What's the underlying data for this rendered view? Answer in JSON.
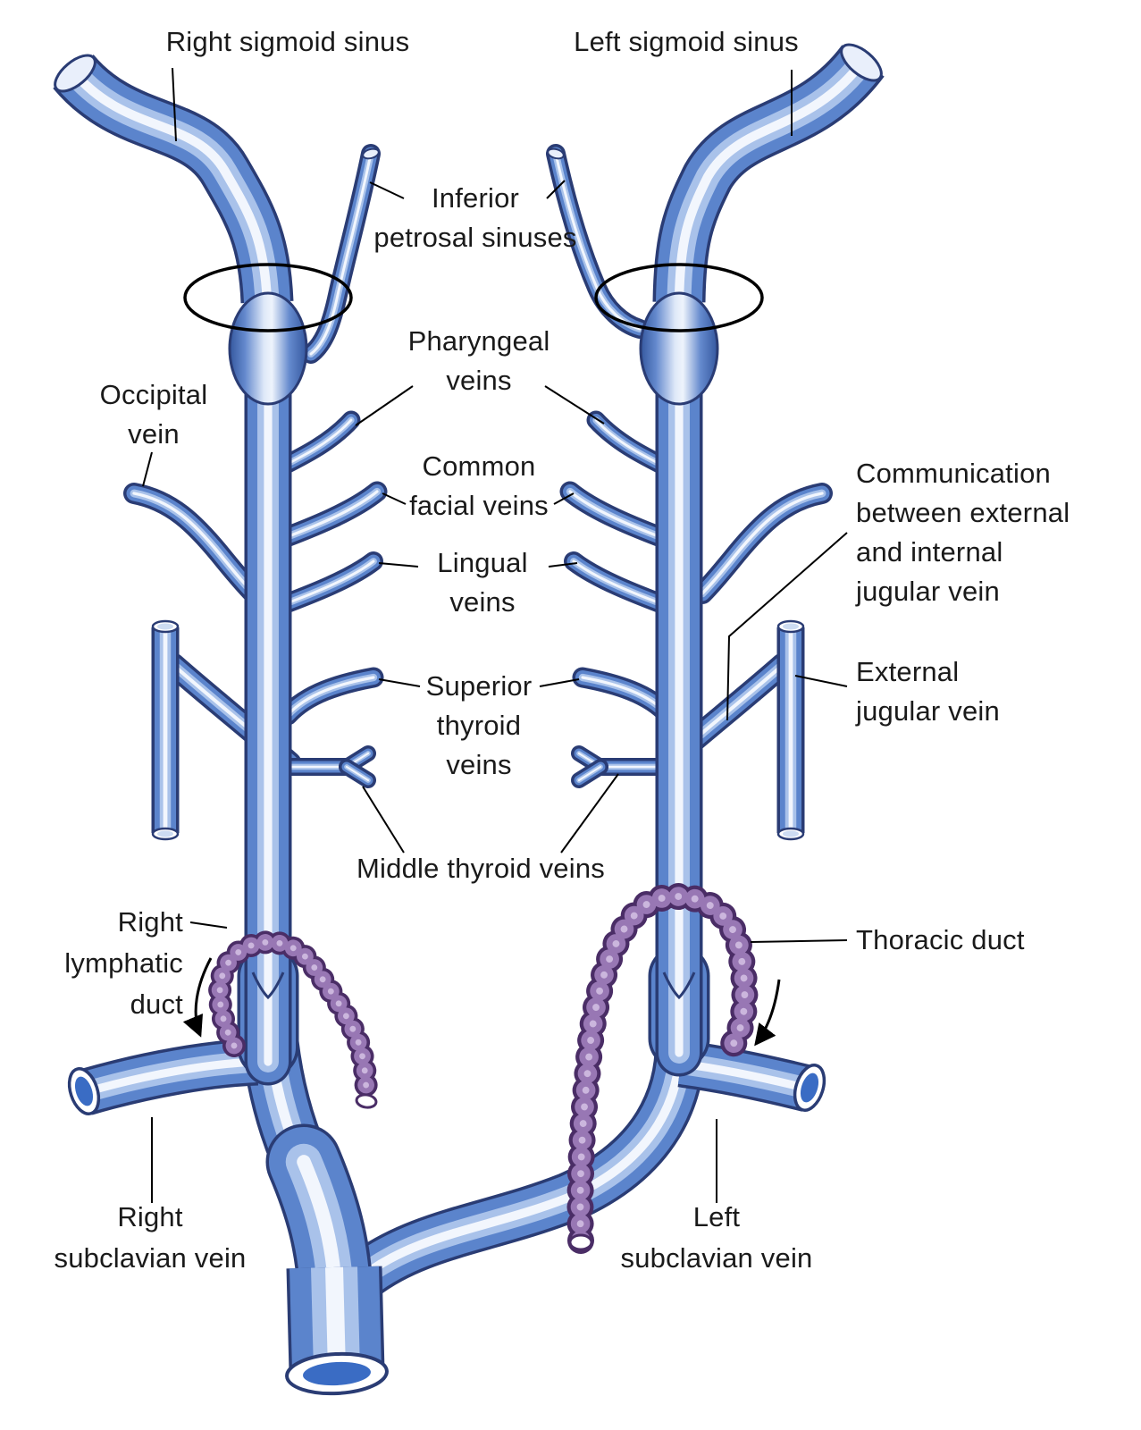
{
  "labels": {
    "right_sigmoid_sinus": [
      "Right sigmoid sinus"
    ],
    "left_sigmoid_sinus": [
      "Left sigmoid sinus"
    ],
    "inferior_petrosal_sinuses": [
      "Inferior",
      "petrosal sinuses"
    ],
    "pharyngeal_veins": [
      "Pharyngeal",
      "veins"
    ],
    "occipital_vein": [
      "Occipital",
      "vein"
    ],
    "common_facial_veins": [
      "Common",
      "facial veins"
    ],
    "lingual_veins": [
      "Lingual",
      "veins"
    ],
    "communication_ext_int_jugular": [
      "Communication",
      "between external",
      "and internal",
      "jugular vein"
    ],
    "superior_thyroid_veins": [
      "Superior",
      "thyroid",
      "veins"
    ],
    "external_jugular_vein": [
      "External",
      "jugular vein"
    ],
    "middle_thyroid_veins": [
      "Middle thyroid veins"
    ],
    "right_lymphatic_duct": [
      "Right",
      "lymphatic",
      "duct"
    ],
    "thoracic_duct": [
      "Thoracic duct"
    ],
    "right_subclavian_vein": [
      "Right",
      "subclavian vein"
    ],
    "left_subclavian_vein": [
      "Left",
      "subclavian vein"
    ]
  },
  "colors": {
    "vein_outline": "#2a3c74",
    "vein_body": "#5b84cc",
    "vein_mid": "#a9c2ea",
    "vein_highlight": "#f2f6fd",
    "lumen_blue": "#3a6cc4",
    "duct_outline": "#4a2d66",
    "duct_body": "#9877b4",
    "duct_highlight": "#cbb6dd",
    "label_text": "#1a1a1a",
    "line": "#000000"
  }
}
